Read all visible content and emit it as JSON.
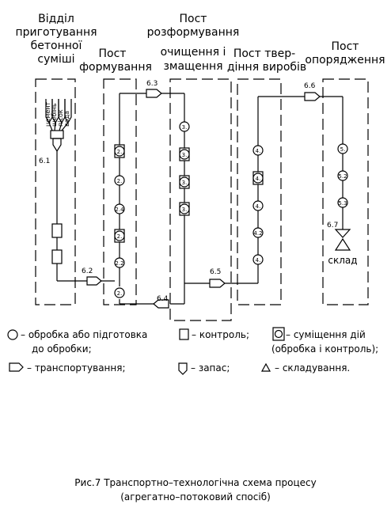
{
  "header_texts": {
    "dept_line1": "Відділ",
    "dept_line2": "приготування",
    "dept_line3": "бетонної",
    "dept_line4": "суміші",
    "post_form_1": "Пост",
    "post_form_2": "формування",
    "post_razf_1": "Пост",
    "post_razf_2": "розформування",
    "post_razf_3": "очищення і",
    "post_razf_4": "змащення",
    "post_tverd_1": "Пост твер-",
    "post_tverd_2": "діння виробів",
    "post_opor_1": "Пост",
    "post_opor_2": "опорядження"
  },
  "materials": [
    "цемент",
    "щебінь",
    "пісок",
    "вода"
  ],
  "form_nodes": [
    "2.",
    "2.",
    "2.4",
    "2.",
    "2.2",
    "2."
  ],
  "razf_nodes": [
    "3.",
    "3.",
    "3.",
    "3."
  ],
  "tverd_nodes": [
    "4.",
    "4.",
    "4.",
    "4.2",
    "4."
  ],
  "opor_nodes": [
    "5.",
    "5.2",
    "5.3"
  ],
  "transport_labels": [
    "6.1",
    "6.2",
    "6.3",
    "6.4",
    "6.5",
    "6.6",
    "6.7"
  ],
  "warehouse": "склад",
  "legend": {
    "processing": "– обробка або підготовка",
    "processing_2": "до обробки;",
    "control": "– контроль;",
    "combined": "– суміщення дій",
    "combined_2": "(обробка і контроль);",
    "transport": "– транспортування;",
    "storage": "– запас;",
    "stacking": "– складування."
  },
  "caption": {
    "line1": "Рис.7 Транспортно–технологічна схема процесу",
    "line2": "(агрегатно–потоковий спосіб)"
  }
}
